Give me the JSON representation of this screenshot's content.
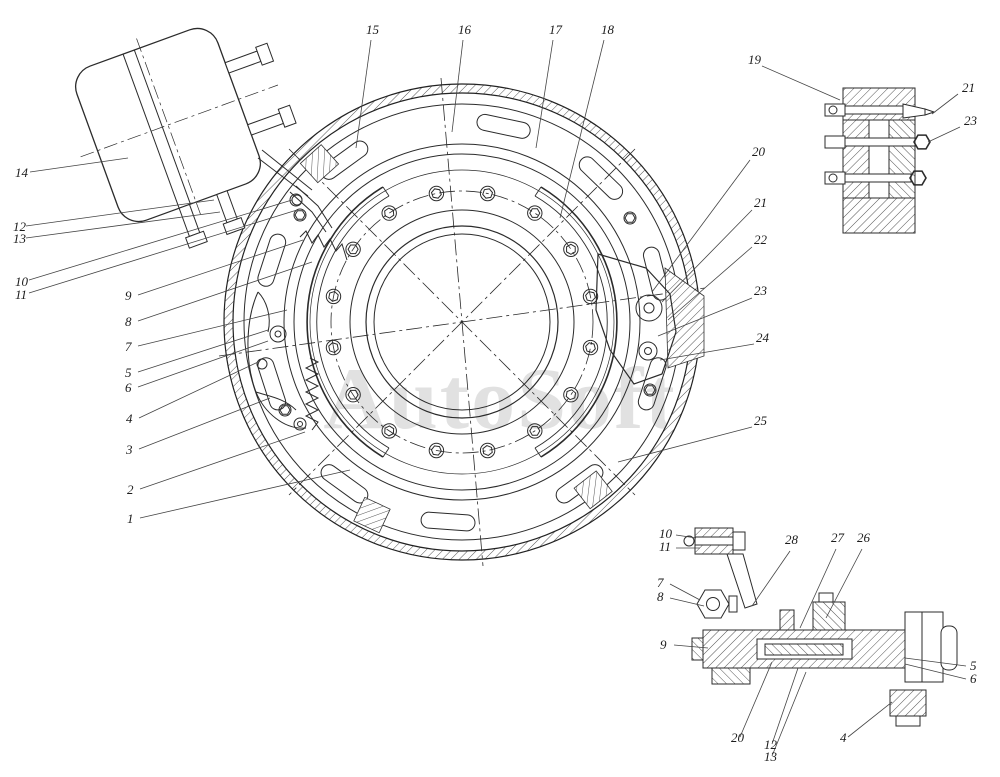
{
  "watermark": "AutoSoft",
  "labels": {
    "left": [
      "14",
      "12",
      "13",
      "10",
      "11"
    ],
    "midleft": [
      "9",
      "8",
      "7",
      "5",
      "6",
      "4",
      "3",
      "2",
      "1"
    ],
    "top": [
      "15",
      "16",
      "17",
      "18"
    ],
    "right": [
      "20",
      "21",
      "22",
      "23",
      "24",
      "25"
    ],
    "detail_a": [
      "19",
      "21",
      "23"
    ],
    "detail_b": [
      "10",
      "11",
      "7",
      "8",
      "9",
      "28",
      "27",
      "26",
      "5",
      "6",
      "4",
      "20",
      "12",
      "13"
    ]
  }
}
